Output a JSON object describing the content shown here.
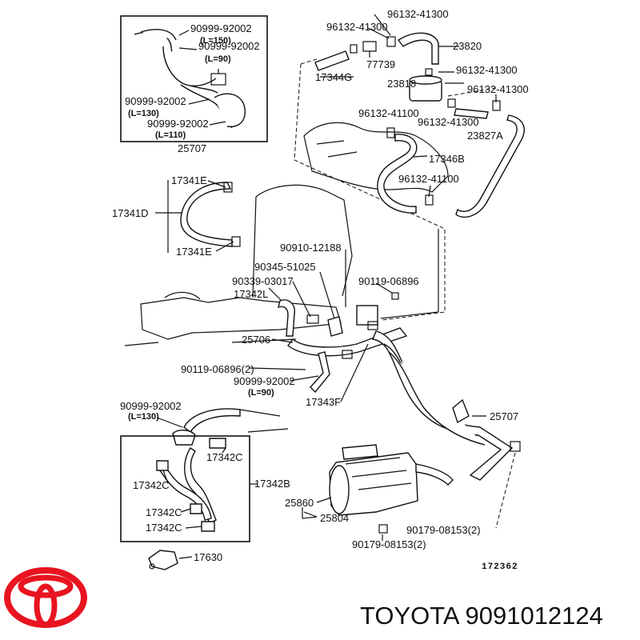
{
  "diagram": {
    "labels": {
      "inset_top_hose_1": "90999-92002",
      "inset_top_len_1": "(L=150)",
      "inset_top_hose_2": "90999-92002",
      "inset_top_len_2": "(L=90)",
      "inset_top_hose_3": "90999-92002",
      "inset_top_len_3": "(L=130)",
      "inset_top_hose_4": "90999-92002",
      "inset_top_len_4": "(L=110)",
      "inset_top_part": "25707",
      "clip_a": "96132-41300",
      "clip_b": "96132-41300",
      "part_23820": "23820",
      "clip_c": "96132-41300",
      "part_77739": "77739",
      "part_17344g": "17344G",
      "part_23818": "23818",
      "clip_d": "96132-41300",
      "clip_e": "96132-41100",
      "clip_f": "96132-41300",
      "part_23827a": "23827A",
      "part_17346b": "17346B",
      "clip_g": "96132-41100",
      "part_17341e_top": "17341E",
      "part_17341d": "17341D",
      "part_17341e_bottom": "17341E",
      "part_90910_12188": "90910-12188",
      "part_90345_51025": "90345-51025",
      "part_90339_03017": "90339-03017",
      "part_90119_06896": "90119-06896",
      "part_17342l": "17342L",
      "part_25706": "25706",
      "part_90119_06896_2": "90119-06896(2)",
      "hose_mid": "90999-92002",
      "hose_mid_len": "(L=90)",
      "part_17343f": "17343F",
      "hose_low": "90999-92002",
      "hose_low_len": "(L=130)",
      "part_25707_right": "25707",
      "part_17342c_a": "17342C",
      "part_17342c_b": "17342C",
      "part_17342b": "17342B",
      "part_17342c_c": "17342C",
      "part_17342c_d": "17342C",
      "part_25860": "25860",
      "part_25804": "25804",
      "part_90179_right": "90179-08153(2)",
      "part_90179_bottom": "90179-08153(2)",
      "part_17630": "17630",
      "ref_number": "172362"
    }
  },
  "footer": {
    "brand_text": "TOYOTA 9091012124",
    "logo_color": "#e8141f"
  }
}
